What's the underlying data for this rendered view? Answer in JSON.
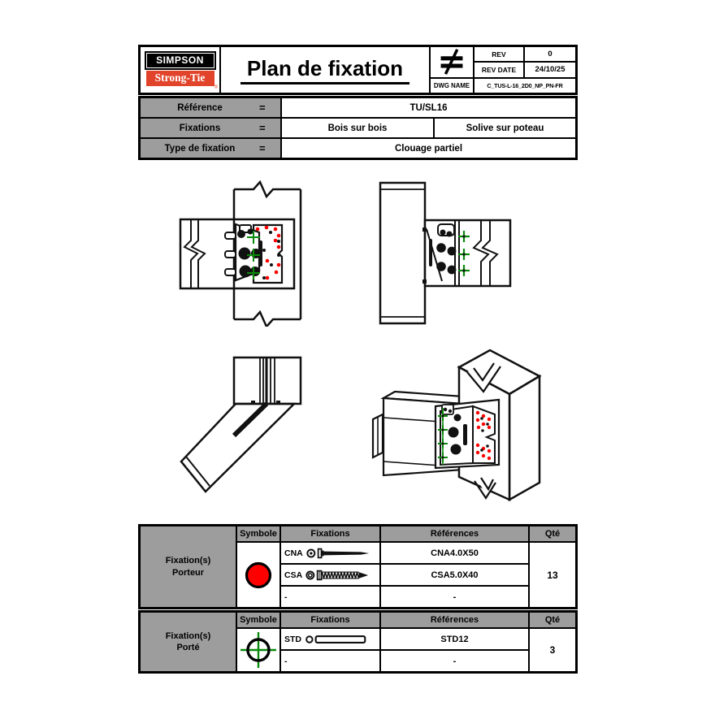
{
  "title_block": {
    "logo": {
      "line1": "SIMPSON",
      "line2": "Strong-Tie",
      "reg": "®"
    },
    "title": "Plan de fixation",
    "rev_label": "REV",
    "rev_value": "0",
    "rev_date_label": "REV DATE",
    "rev_date_value": "24/10/25",
    "dwg_name_label": "DWG NAME",
    "dwg_name_value": "C_TUS-L-16_2D0_NP_PN-FR"
  },
  "reference_table": {
    "row1": {
      "label": "Référence",
      "eq": "=",
      "value": "TU/SL16"
    },
    "row2": {
      "label": "Fixations",
      "eq": "=",
      "value_left": "Bois sur bois",
      "value_right": "Solive sur poteau"
    },
    "row3": {
      "label": "Type de fixation",
      "eq": "=",
      "value": "Clouage partiel"
    }
  },
  "porteur_table": {
    "group_line1": "Fixation(s)",
    "group_line2": "Porteur",
    "headers": {
      "symbole": "Symbole",
      "fixations": "Fixations",
      "references": "Références",
      "qty": "Qté"
    },
    "symbol": "red-filled-circle",
    "rows": [
      {
        "code": "CNA",
        "icon": "nail",
        "reference": "CNA4.0X50"
      },
      {
        "code": "CSA",
        "icon": "screw",
        "reference": "CSA5.0X40"
      },
      {
        "code": "-",
        "icon": "",
        "reference": "-"
      }
    ],
    "qty": "13"
  },
  "porte_table": {
    "group_line1": "Fixation(s)",
    "group_line2": "Porté",
    "headers": {
      "symbole": "Symbole",
      "fixations": "Fixations",
      "references": "Références",
      "qty": "Qté"
    },
    "symbol": "circle-with-green-crosshair",
    "rows": [
      {
        "code": "STD",
        "icon": "dowel",
        "reference": "STD12"
      },
      {
        "code": "-",
        "icon": "",
        "reference": "-"
      }
    ],
    "qty": "3"
  },
  "colors": {
    "porteur_symbol_red": "#ff0000",
    "porte_symbol_green": "#0a8a0a",
    "strongtie_red": "#e2442b",
    "table_gray": "#9d9d9d",
    "line_black": "#111111"
  }
}
